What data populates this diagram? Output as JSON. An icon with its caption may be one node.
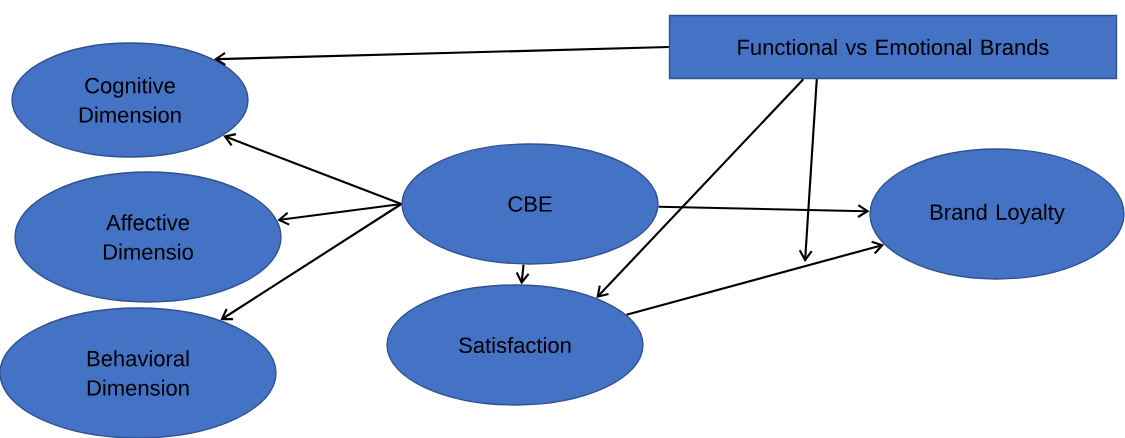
{
  "diagram": {
    "nodes": [
      {
        "text": [
          "Functional vs Emotional Brands"
        ]
      },
      {
        "text": [
          "Cognitive Dimension"
        ]
      },
      {
        "text": [
          "Affective Dimensio"
        ]
      },
      {
        "text": [
          "Behavioral Dimension"
        ]
      },
      {
        "text": [
          "CBE"
        ]
      },
      {
        "text": [
          "Satisfaction"
        ]
      },
      {
        "text": [
          "Brand Loyalty"
        ]
      }
    ],
    "edges": [
      {
        "from": 0,
        "to": 1,
        "arrow": "to"
      },
      {
        "from": 4,
        "to": 1,
        "arrow": "to"
      },
      {
        "from": 4,
        "to": 2,
        "arrow": "to"
      },
      {
        "from": 4,
        "to": 3,
        "arrow": "to"
      },
      {
        "from": 4,
        "to": 5,
        "arrow": "to"
      },
      {
        "from": 4,
        "to": 6,
        "arrow": "to"
      },
      {
        "from": 5,
        "to": 6,
        "arrow": "to"
      },
      {
        "from": 0,
        "to": 5,
        "arrow": "to"
      },
      {
        "from": 0,
        "to": null,
        "arrow": "to"
      }
    ]
  }
}
